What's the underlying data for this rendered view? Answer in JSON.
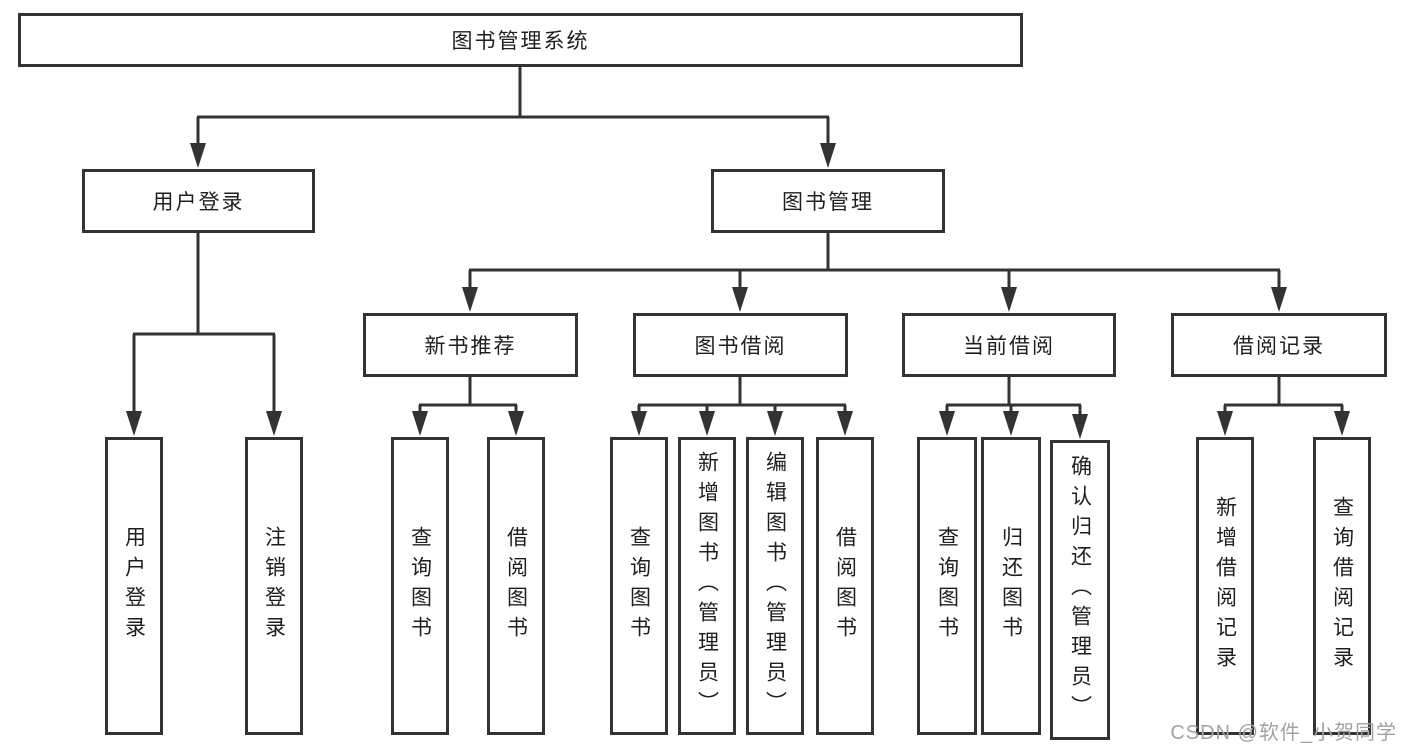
{
  "tree": {
    "root": {
      "label": "图书管理系统"
    },
    "branches": [
      {
        "label": "用户登录",
        "children": [
          {
            "label": "用户登录"
          },
          {
            "label": "注销登录"
          }
        ]
      },
      {
        "label": "图书管理",
        "groups": [
          {
            "label": "新书推荐",
            "children": [
              {
                "label": "查询图书"
              },
              {
                "label": "借阅图书"
              }
            ]
          },
          {
            "label": "图书借阅",
            "children": [
              {
                "label": "查询图书"
              },
              {
                "label": "新增图书（管理员）"
              },
              {
                "label": "编辑图书（管理员）"
              },
              {
                "label": "借阅图书"
              }
            ]
          },
          {
            "label": "当前借阅",
            "children": [
              {
                "label": "查询图书"
              },
              {
                "label": "归还图书"
              },
              {
                "label": "确认归还（管理员）"
              }
            ]
          },
          {
            "label": "借阅记录",
            "children": [
              {
                "label": "新增借阅记录"
              },
              {
                "label": "查询借阅记录"
              }
            ]
          }
        ]
      }
    ]
  },
  "watermark": {
    "text": "CSDN @软件_小贺同学"
  },
  "colors": {
    "line": "#333333",
    "box_border": "#333333",
    "text": "#1f1f1f",
    "background": "#ffffff",
    "watermark": "#a3a3a3"
  }
}
